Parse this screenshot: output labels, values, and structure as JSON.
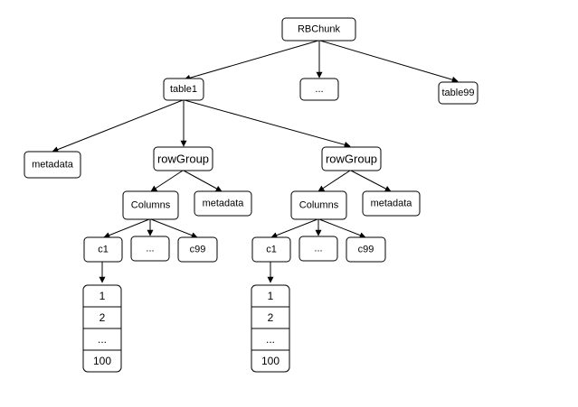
{
  "nodes": {
    "root": "RBChunk",
    "root_ellipsis": "...",
    "table1": "table1",
    "table99": "table99",
    "table1_metadata": "metadata",
    "rowgroup_a": "rowGroup",
    "rowgroup_b": "rowGroup",
    "columns_a": "Columns",
    "columns_b": "Columns",
    "rowgroup_a_metadata": "metadata",
    "rowgroup_b_metadata": "metadata",
    "c1_a": "c1",
    "ellipsis_a": "...",
    "c99_a": "c99",
    "c1_b": "c1",
    "ellipsis_b": "...",
    "c99_b": "c99"
  },
  "value_stack_a": [
    "1",
    "2",
    "...",
    "100"
  ],
  "value_stack_b": [
    "1",
    "2",
    "...",
    "100"
  ]
}
